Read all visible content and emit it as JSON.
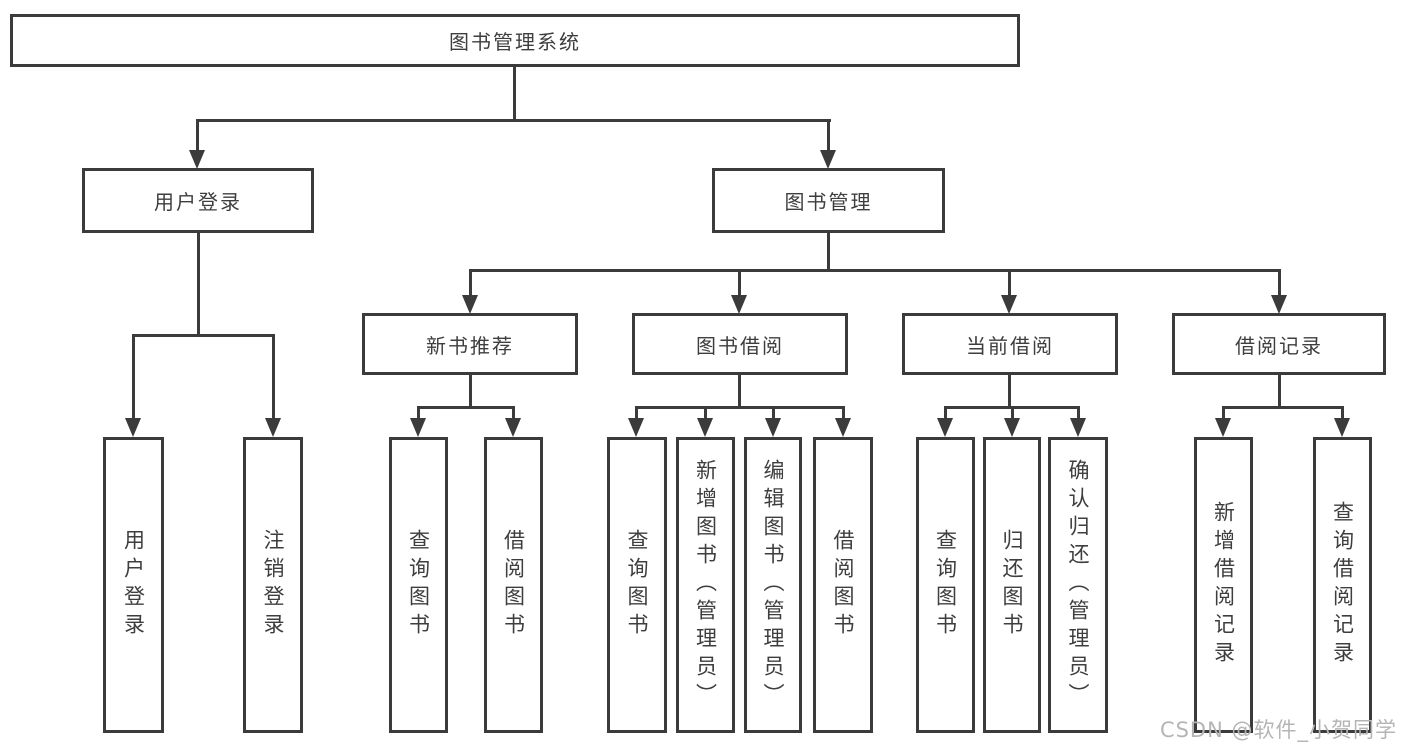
{
  "diagram": {
    "type": "hierarchy-tree",
    "root": {
      "label": "图书管理系统"
    },
    "level1": [
      {
        "label": "用户登录"
      },
      {
        "label": "图书管理"
      }
    ],
    "level2": [
      {
        "label": "新书推荐",
        "parent": "图书管理"
      },
      {
        "label": "图书借阅",
        "parent": "图书管理"
      },
      {
        "label": "当前借阅",
        "parent": "图书管理"
      },
      {
        "label": "借阅记录",
        "parent": "图书管理"
      }
    ],
    "leaves": {
      "user_login": [
        "用户登录",
        "注销登录"
      ],
      "new_book_recommend": [
        "查询图书",
        "借阅图书"
      ],
      "book_borrow": [
        "查询图书",
        "新增图书（管理员）",
        "编辑图书（管理员）",
        "借阅图书"
      ],
      "current_borrow": [
        "查询图书",
        "归还图书",
        "确认归还（管理员）"
      ],
      "borrow_records": [
        "新增借阅记录",
        "查询借阅记录"
      ]
    }
  },
  "watermark": {
    "text": "CSDN @软件_小贺同学"
  },
  "colors": {
    "line": "#3b3b3b",
    "text": "#3e3e3e",
    "background": "#ffffff",
    "watermark": "#b5b5b5"
  }
}
